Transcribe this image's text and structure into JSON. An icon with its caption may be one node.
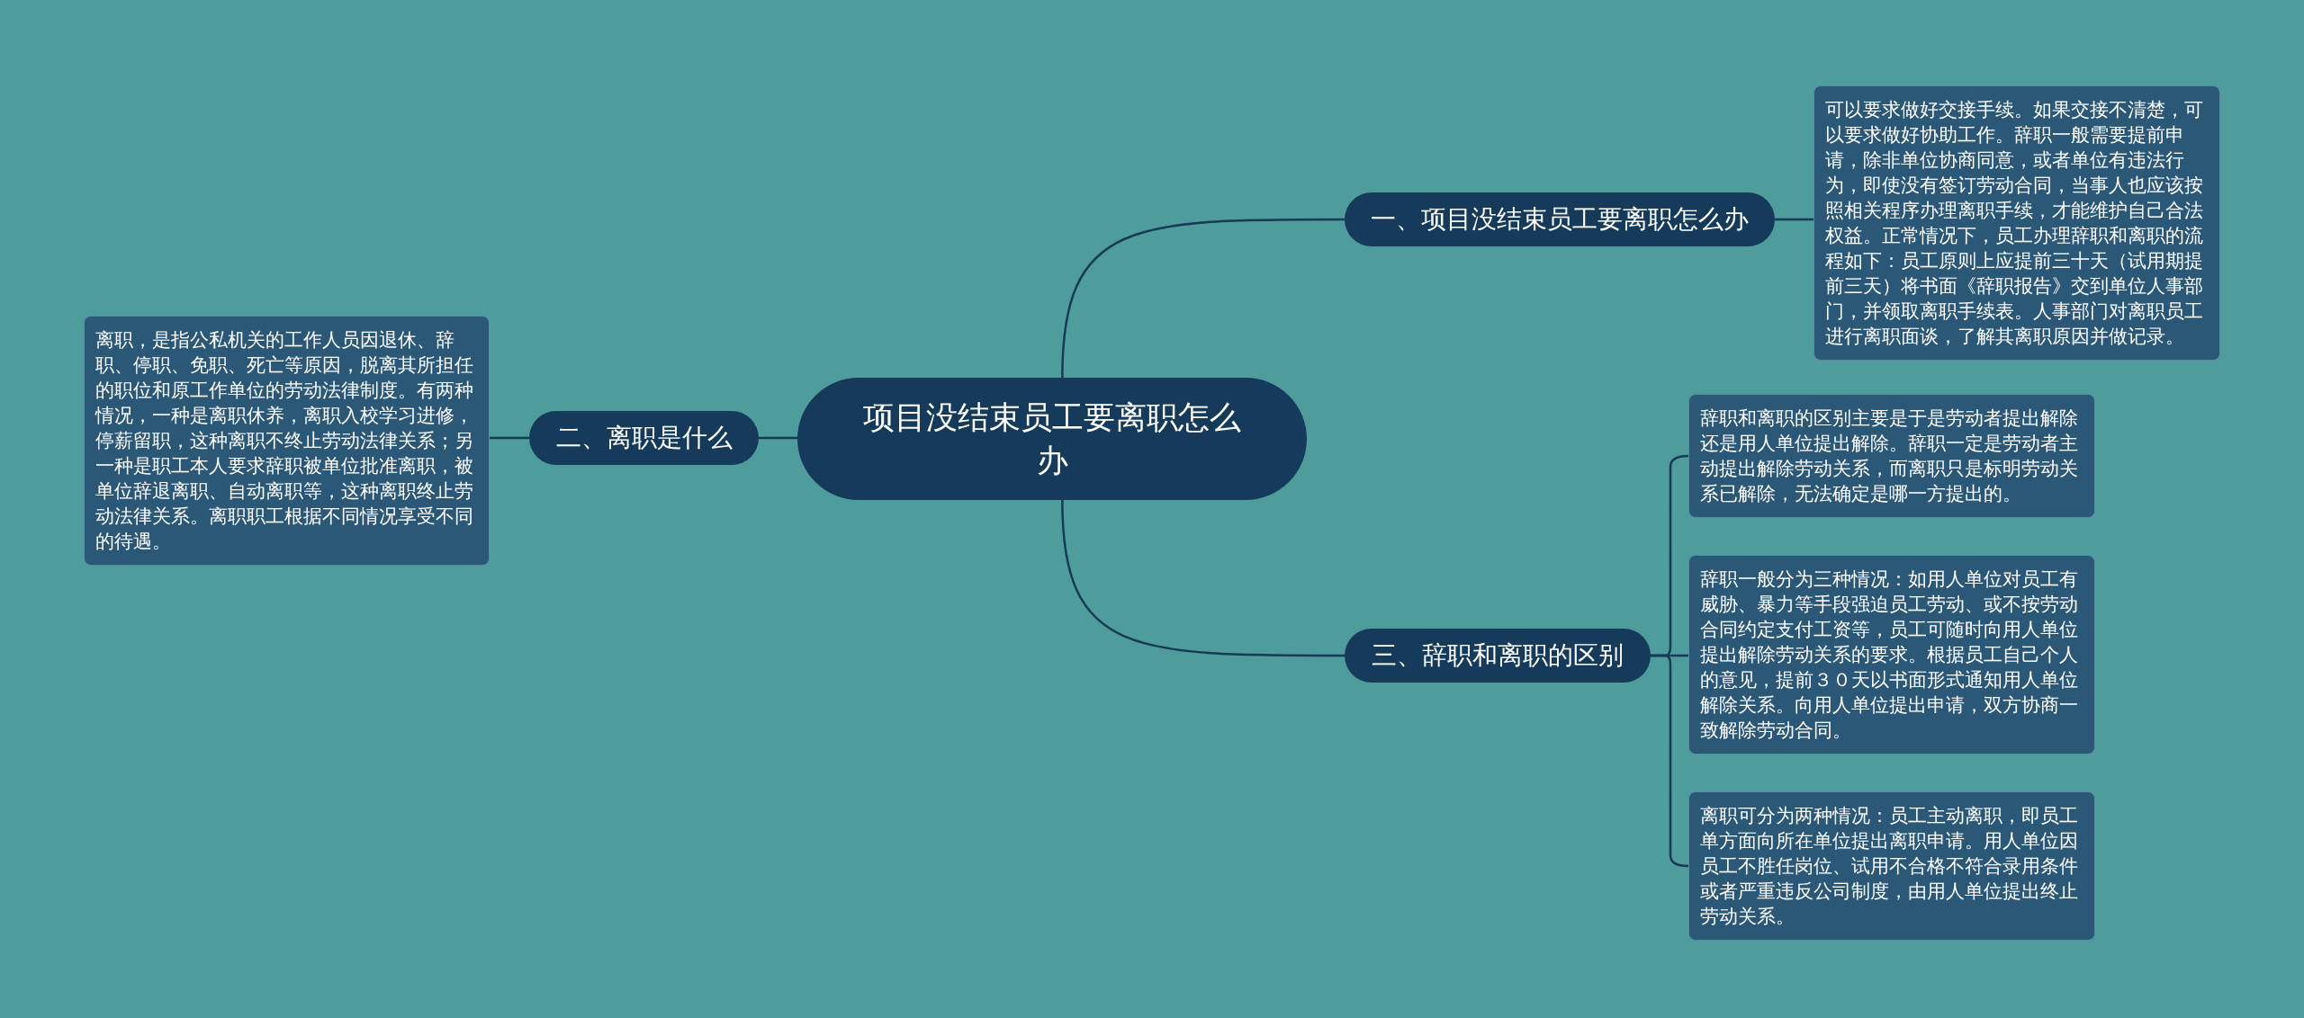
{
  "diagram": {
    "nodes": [
      {
        "text": [
          "项目没结束员工要离职怎么办"
        ]
      },
      {
        "text": [
          "一、项目没结束员工要离职怎么办"
        ]
      },
      {
        "text": [
          "可以要求做好交接手续。如果交接不清楚，可以要求做好协助工作。辞职一般需要提前申请，除非单位协商同意，或者单位有违法行为，即使没有签订劳动合同，当事人也应该按照相关程序办理离职手续，才能维护自己合法权益。正常情况下，员工办理辞职和离职的流程如下：员工原则上应提前三十天（试用期提前三天）将书面《辞职报告》交到单位人事部门，并领取离职手续表。人事部门对离职员工进行离职面谈，了解其离职原因并做记录。"
        ]
      },
      {
        "text": [
          "二、离职是什么"
        ]
      },
      {
        "text": [
          "离职，是指公私机关的工作人员因退休、辞职、停职、免职、死亡等原因，脱离其所担任的职位和原工作单位的劳动法律制度。有两种情况，一种是离职休养，离职入校学习进修，停薪留职，这种离职不终止劳动法律关系；另一种是职工本人要求辞职被单位批准离职，被单位辞退离职、自动离职等，这种离职终止劳动法律关系。离职职工根据不同情况享受不同的待遇。"
        ]
      },
      {
        "text": [
          "三、辞职和离职的区别"
        ]
      },
      {
        "text": [
          "辞职和离职的区别主要是于是劳动者提出解除还是用人单位提出解除。辞职一定是劳动者主动提出解除劳动关系，而离职只是标明劳动关系已解除，无法确定是哪一方提出的。"
        ]
      },
      {
        "text": [
          "辞职一般分为三种情况：如用人单位对员工有威胁、暴力等手段强迫员工劳动、或不按劳动合同约定支付工资等，员工可随时向用人单位提出解除劳动关系的要求。根据员工自己个人的意见，提前３０天以书面形式通知用人单位解除关系。向用人单位提出申请，双方协商一致解除劳动合同。"
        ]
      },
      {
        "text": [
          "离职可分为两种情况：员工主动离职，即员工单方面向所在单位提出离职申请。用人单位因员工不胜任岗位、试用不合格不符合录用条件或者严重违反公司制度，由用人单位提出终止劳动关系。"
        ]
      }
    ],
    "edges": [
      {
        "from": 0,
        "to": 1,
        "arrow": "none"
      },
      {
        "from": 1,
        "to": 2,
        "arrow": "none"
      },
      {
        "from": 0,
        "to": 3,
        "arrow": "none"
      },
      {
        "from": 3,
        "to": 4,
        "arrow": "none"
      },
      {
        "from": 0,
        "to": 5,
        "arrow": "none"
      },
      {
        "from": 5,
        "to": 6,
        "arrow": "none"
      },
      {
        "from": 5,
        "to": 7,
        "arrow": "none"
      },
      {
        "from": 5,
        "to": 8,
        "arrow": "none"
      }
    ]
  }
}
